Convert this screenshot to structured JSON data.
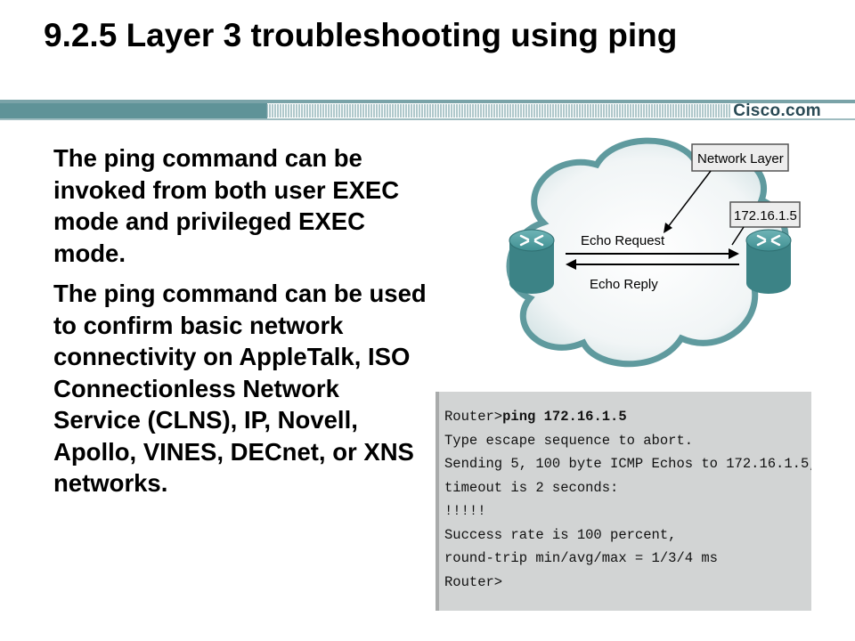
{
  "slide": {
    "title": "9.2.5 Layer 3 troubleshooting using ping",
    "brand": "Cisco.com",
    "bullets": [
      "The ping command can be invoked from both user EXEC mode and privileged EXEC mode.",
      "The ping command can be used to confirm basic network connectivity on AppleTalk, ISO Connectionless Network Service (CLNS), IP, Novell, Apollo, VINES, DECnet, or XNS networks."
    ]
  },
  "diagram": {
    "callout_layer": "Network Layer",
    "callout_ip": "172.16.1.5",
    "echo_request": "Echo Request",
    "echo_reply": "Echo Reply",
    "icons": [
      "cloud-icon",
      "router-icon",
      "router-icon"
    ],
    "colors": {
      "cloud": "#e2eaec",
      "cloud_edge": "#5f9a9e",
      "router": "#3f8f92"
    }
  },
  "terminal": {
    "prompt": "Router>",
    "command": "ping 172.16.1.5",
    "lines": [
      "Type escape sequence to abort.",
      "Sending 5, 100 byte ICMP Echos to 172.16.1.5,",
      "timeout is 2 seconds:",
      "!!!!!",
      "Success rate is 100 percent,",
      "round-trip min/avg/max = 1/3/4 ms",
      "Router>"
    ]
  }
}
